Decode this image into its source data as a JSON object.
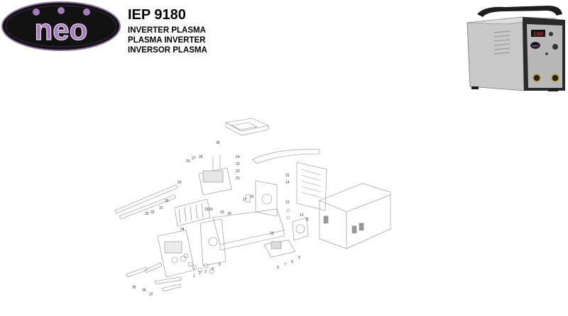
{
  "brand": {
    "logo_text": "neo"
  },
  "header": {
    "model": "IEP 9180",
    "lines": [
      "INVERTER PLASMA",
      "PLASMA INVERTER",
      "INVERSOR PLASMA"
    ]
  },
  "product_photo": {
    "display_text": "180",
    "badge": "neo"
  },
  "diagram": {
    "part_numbers": [
      "1",
      "2",
      "3",
      "4",
      "5",
      "6",
      "7",
      "8",
      "9",
      "10",
      "11",
      "12",
      "13",
      "14",
      "15",
      "16",
      "17",
      "18",
      "19",
      "20",
      "21",
      "22",
      "23",
      "24",
      "25",
      "26",
      "27",
      "28",
      "29",
      "30",
      "31",
      "32",
      "33",
      "34",
      "35",
      "36",
      "37",
      "38"
    ]
  },
  "colors": {
    "logo_bg": "#111111",
    "logo_letters": "#a57bb8",
    "logo_ring": "#8a6a9c",
    "machine_body": "#c9c9c9",
    "machine_panel": "#2a2a2a",
    "display_red": "#e11b1b"
  }
}
